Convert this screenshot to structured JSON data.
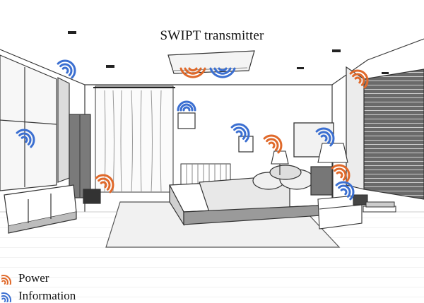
{
  "title": "SWIPT transmitter",
  "legend": {
    "power": {
      "label": "Power",
      "icon": "wifi-power-icon",
      "color": "#e0692a"
    },
    "information": {
      "label": "Information",
      "icon": "wifi-information-icon",
      "color": "#3b6fd1"
    }
  },
  "colors": {
    "power": "#e0692a",
    "information": "#3b6fd1",
    "line": "#3a3a3a",
    "shade": "#555555"
  }
}
